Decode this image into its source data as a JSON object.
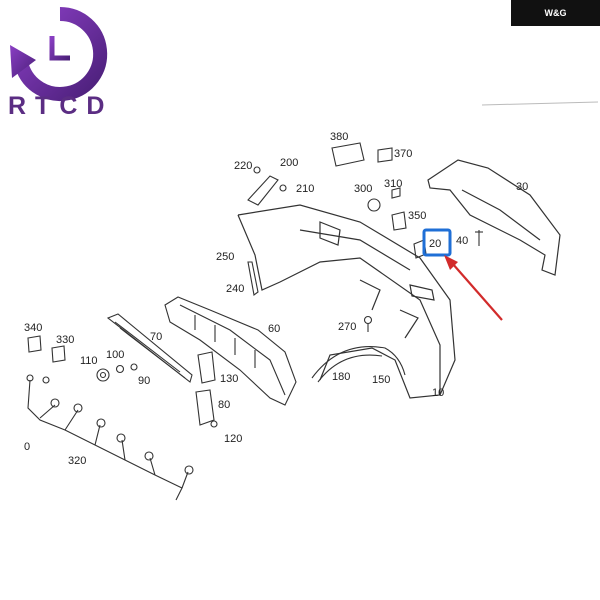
{
  "logo": {
    "text": "RTCD"
  },
  "badge": {
    "text": "W&G"
  },
  "colors": {
    "logo_purple": "#6a2c9b",
    "highlight_blue": "#1f6fd6",
    "arrow_red": "#d22b2b",
    "line": "#333333"
  },
  "parts": {
    "p380": "380",
    "p370": "370",
    "p220": "220",
    "p200": "200",
    "p210": "210",
    "p300": "300",
    "p310": "310",
    "p30": "30",
    "p350": "350",
    "p20": "20",
    "p40": "40",
    "p250": "250",
    "p240": "240",
    "p340": "340",
    "p330": "330",
    "p70": "70",
    "p60": "60",
    "p270": "270",
    "p110": "110",
    "p100": "100",
    "p90": "90",
    "p130": "130",
    "p80": "80",
    "p120": "120",
    "p180": "180",
    "p150": "150",
    "p10": "10",
    "p0": "0",
    "p320": "320"
  }
}
